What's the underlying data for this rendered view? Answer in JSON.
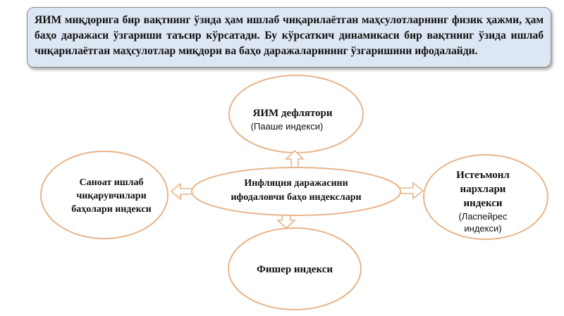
{
  "banner": {
    "text": "ЯИМ миқдорига бир вақтнинг ўзида ҳам ишлаб чиқарилаётган маҳсулотларнинг физик ҳажми, ҳам баҳо даражаси ўзгариши таъсир кўрсатади.  Бу кўрсаткич динамикаси бир вақтнинг ўзида ишлаб чиқарилаётган маҳсулотлар миқдори ва баҳо даражаларининг ўзгаришини ифодалайди."
  },
  "center": {
    "line1": "Инфляция даражасини",
    "line2": "ифодаловчи баҳо индекслари"
  },
  "top": {
    "title": "ЯИМ дефлятори",
    "subtitle": "(Пааше индекси)"
  },
  "left": {
    "line1": "Саноат ишлаб",
    "line2": "чиқарувчилари",
    "line3": "баҳолари индекси"
  },
  "right": {
    "line1": "Истеъмонл",
    "line2": "нархлари",
    "line3": "индекси",
    "line4": "(Ласпейрес",
    "line5": "индекси)"
  },
  "bottom": {
    "title": "Фишер индекси"
  }
}
